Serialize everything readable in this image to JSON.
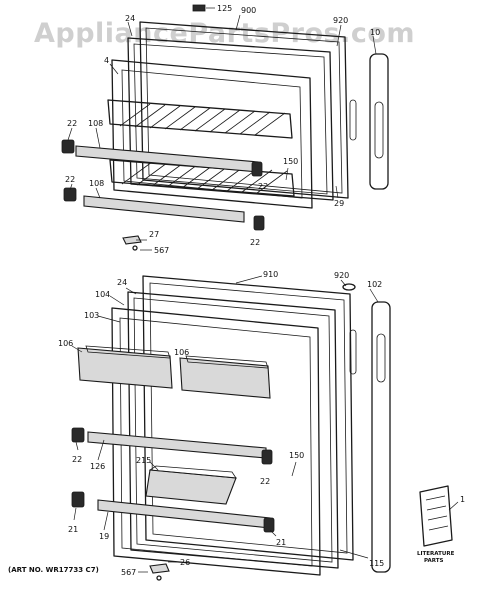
{
  "watermark": "AppliancePartsPros.com",
  "art_number": "(ART NO. WR17733 C7)",
  "literature": {
    "line1": "LITERATURE",
    "line2": "PARTS"
  },
  "callouts": {
    "c125": "125",
    "c900": "900",
    "c24_top": "24",
    "c920_top": "920",
    "c10": "10",
    "c4": "4",
    "c22_a": "22",
    "c108_a": "108",
    "c150_top": "150",
    "c22_b": "22",
    "c22_c": "22",
    "c108_b": "108",
    "c29": "29",
    "c22_d": "22",
    "c27": "27",
    "c567_top": "567",
    "c910": "910",
    "c920_bottom": "920",
    "c24_bottom": "24",
    "c104": "104",
    "c102": "102",
    "c103": "103",
    "c106_a": "106",
    "c106_b": "106",
    "c22_e": "22",
    "c126": "126",
    "c215": "215",
    "c150_bottom": "150",
    "c22_f": "22",
    "c21_a": "21",
    "c19": "19",
    "c21_b": "21",
    "c115": "115",
    "c1": "1",
    "c26": "26",
    "c567_bottom": "567"
  }
}
